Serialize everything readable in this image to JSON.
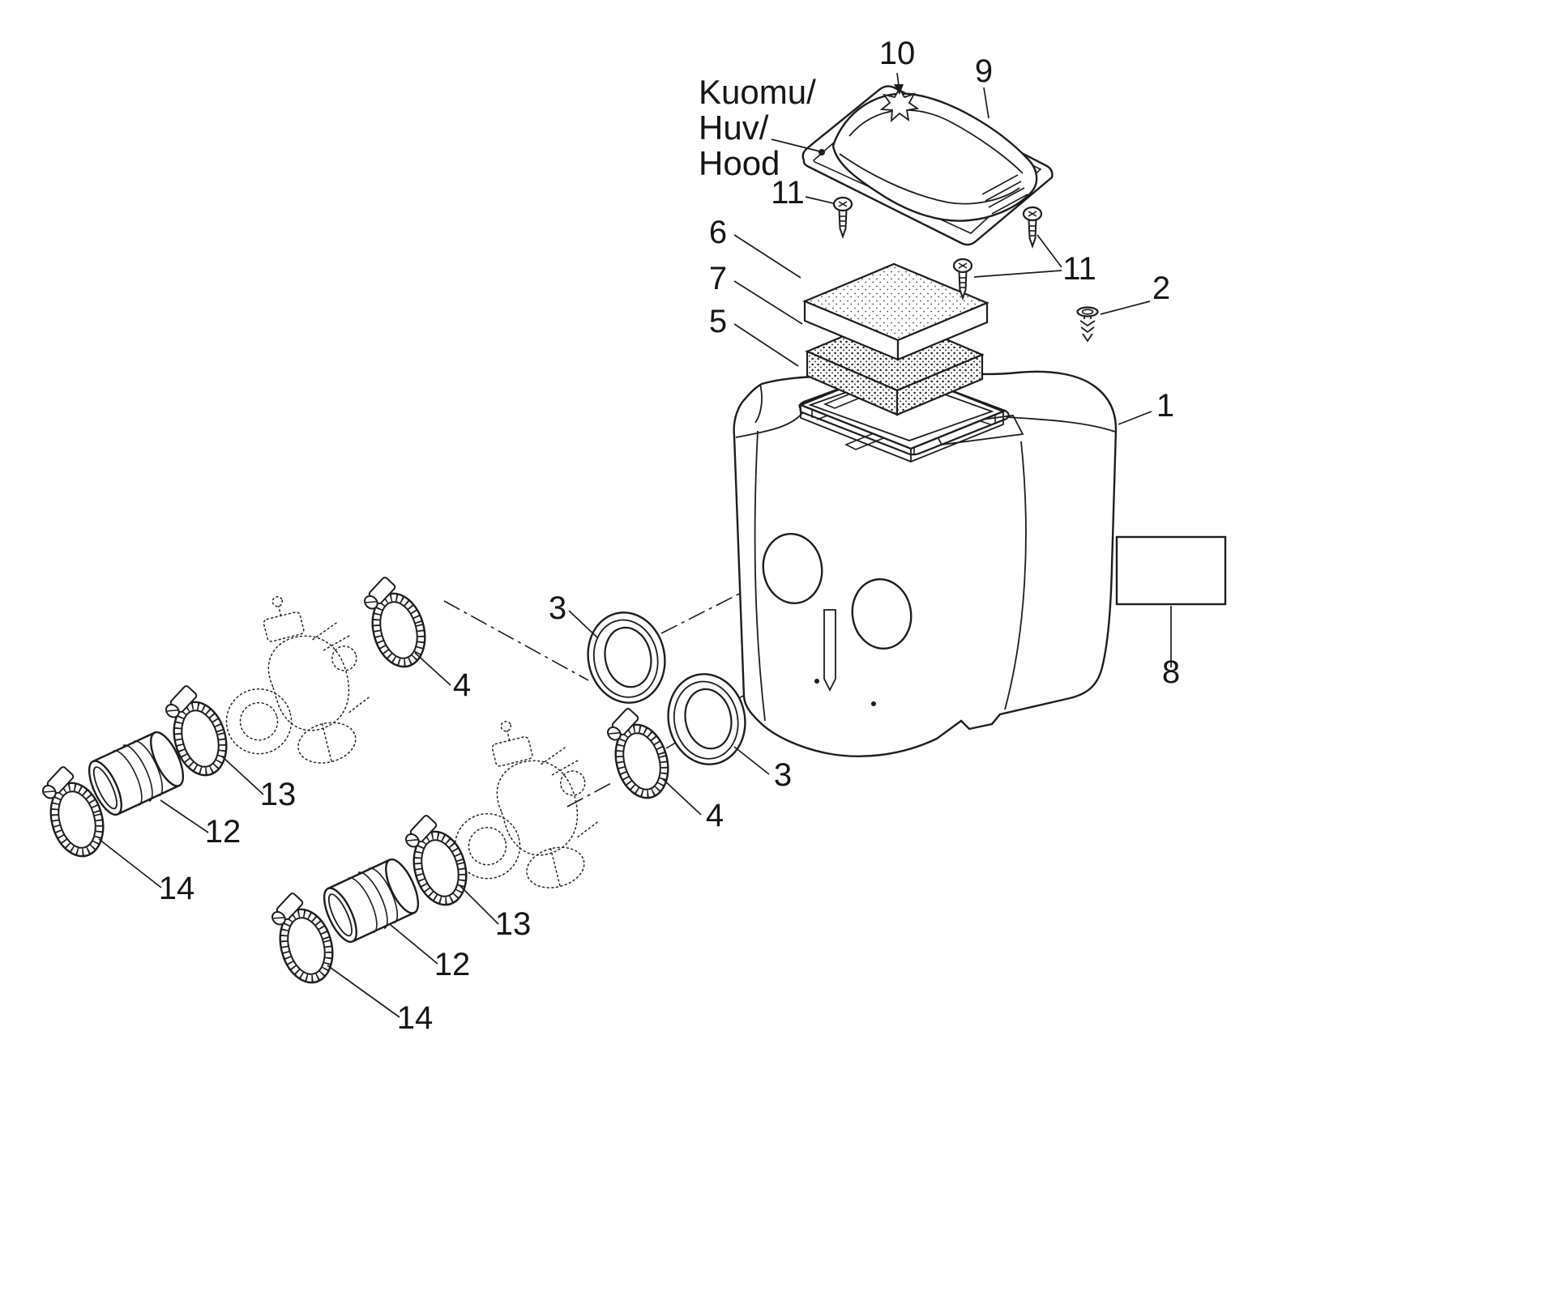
{
  "colors": {
    "ink": "#1d1d1d",
    "background": "#ffffff"
  },
  "diagram": {
    "hood_label": {
      "lines": [
        "Kuomu/",
        "Huv/",
        "Hood"
      ]
    },
    "callouts": [
      {
        "label": "10",
        "part": "hood-retainer-clip"
      },
      {
        "label": "9",
        "part": "hood-cover"
      },
      {
        "label": "11",
        "part": "hood-screw-front"
      },
      {
        "label": "6",
        "part": "air-filter-element"
      },
      {
        "label": "7",
        "part": "foam-filter-element"
      },
      {
        "label": "5",
        "part": "filter-tray"
      },
      {
        "label": "11",
        "part": "hood-screws-rear"
      },
      {
        "label": "2",
        "part": "push-rivet"
      },
      {
        "label": "1",
        "part": "air-silencer-body"
      },
      {
        "label": "8",
        "part": "decal"
      },
      {
        "label": "3",
        "part": "sealing-ring-upper"
      },
      {
        "label": "4",
        "part": "hose-clamp-upper"
      },
      {
        "label": "13",
        "part": "hose-clamp-mid-upper"
      },
      {
        "label": "12",
        "part": "connector-sleeve-upper"
      },
      {
        "label": "14",
        "part": "hose-clamp-outer-upper"
      },
      {
        "label": "3",
        "part": "sealing-ring-lower"
      },
      {
        "label": "4",
        "part": "hose-clamp-lower"
      },
      {
        "label": "13",
        "part": "hose-clamp-mid-lower"
      },
      {
        "label": "12",
        "part": "connector-sleeve-lower"
      },
      {
        "label": "14",
        "part": "hose-clamp-outer-lower"
      }
    ]
  }
}
